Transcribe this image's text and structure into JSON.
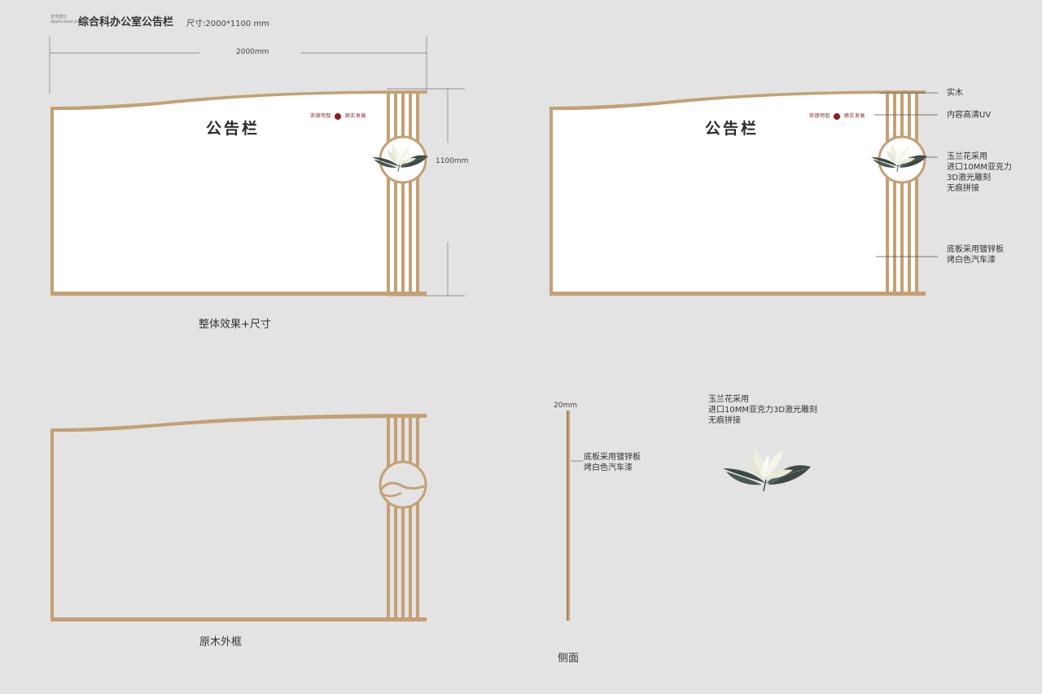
{
  "header": {
    "small_line1": "宣传部分",
    "small_line2": "Application part",
    "title": "综合科办公室公告栏",
    "size": "尺寸:2000*1100 mm"
  },
  "dimensions": {
    "width": "2000mm",
    "height": "1100mm",
    "thickness": "20mm"
  },
  "board": {
    "title": "公告栏",
    "slogan_left": "崇德明智",
    "slogan_right": "踏实发展"
  },
  "captions": {
    "overall": "整体效果+尺寸",
    "frame": "原木外框",
    "side": "侧面"
  },
  "annotations": {
    "wood": "实木",
    "uv": "内容高清UV",
    "magnolia": "玉兰花采用\n进口10MM亚克力\n3D激光雕刻\n无痕拼接",
    "base": "底板采用镀锌板\n烤白色汽车漆",
    "side_base": "底板采用镀锌板\n烤白色汽车漆",
    "magnolia_detail": "玉兰花采用\n进口10MM亚克力3D激光雕刻\n无痕拼接"
  },
  "colors": {
    "background": "#e3e3e3",
    "wood": "#c4a074",
    "panel": "#ffffff",
    "leaf": "#3d4a44",
    "petal": "#eeeedf",
    "slogan": "#8a1f1f"
  }
}
